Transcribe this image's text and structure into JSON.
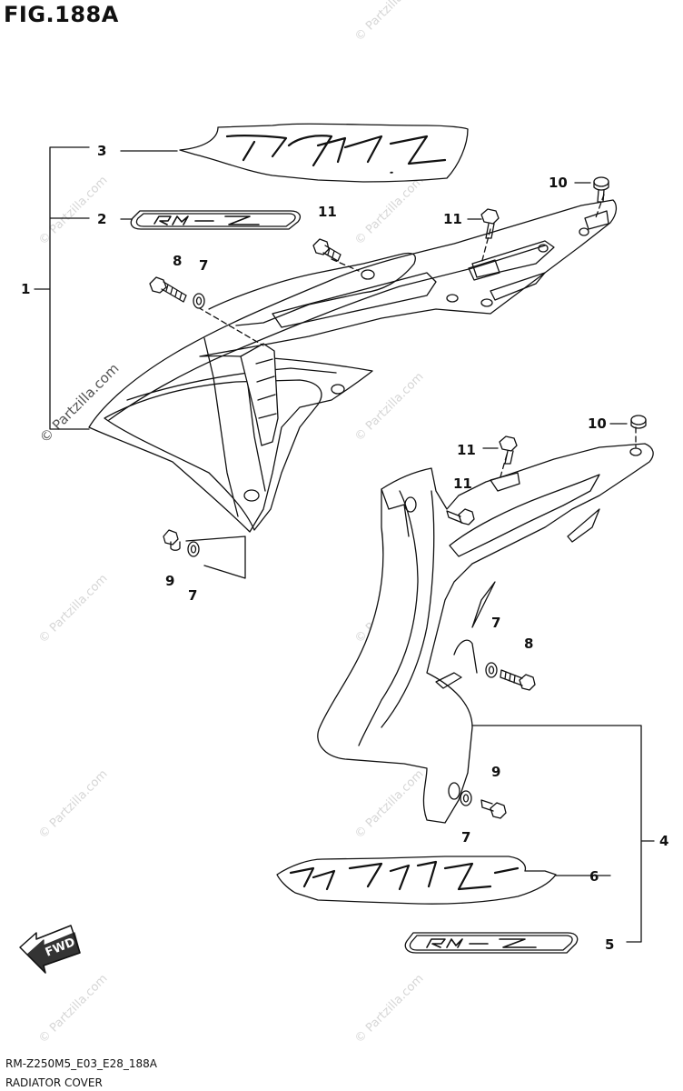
{
  "figure": {
    "title": "FIG.188A"
  },
  "footer": {
    "code": "RM-Z250M5_E03_E28_188A",
    "name": "RADIATOR COVER"
  },
  "watermark": {
    "text": "© Partzilla.com"
  },
  "fwd_label": "FWD",
  "decals": {
    "rmz_big": "RMZ",
    "rmz_small": "RM-Z"
  },
  "callouts": [
    {
      "id": "1",
      "label": "1"
    },
    {
      "id": "2",
      "label": "2"
    },
    {
      "id": "3",
      "label": "3"
    },
    {
      "id": "8a",
      "label": "8"
    },
    {
      "id": "7a",
      "label": "7"
    },
    {
      "id": "11a",
      "label": "11"
    },
    {
      "id": "11b",
      "label": "11"
    },
    {
      "id": "10a",
      "label": "10"
    },
    {
      "id": "9a",
      "label": "9"
    },
    {
      "id": "7b",
      "label": "7"
    },
    {
      "id": "10b",
      "label": "10"
    },
    {
      "id": "11c",
      "label": "11"
    },
    {
      "id": "11d",
      "label": "11"
    },
    {
      "id": "7c",
      "label": "7"
    },
    {
      "id": "8b",
      "label": "8"
    },
    {
      "id": "9b",
      "label": "9"
    },
    {
      "id": "7d",
      "label": "7"
    },
    {
      "id": "4",
      "label": "4"
    },
    {
      "id": "6",
      "label": "6"
    },
    {
      "id": "5",
      "label": "5"
    }
  ]
}
